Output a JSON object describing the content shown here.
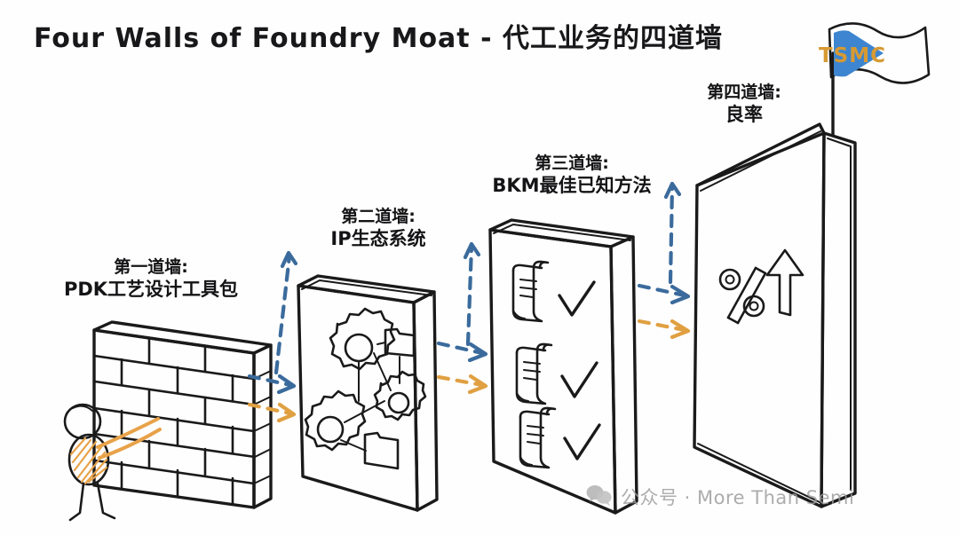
{
  "page": {
    "title": "Four Walls of Foundry Moat - 代工业务的四道墙",
    "background_color": "#ffffff"
  },
  "colors": {
    "ink": "#1a1a1a",
    "arrow_blue": "#3b6b9c",
    "arrow_orange": "#e0a042",
    "figure_orange": "#e8a249",
    "flag_blue": "#3d85d0",
    "flag_text": "#d79a33",
    "watermark_gray": "#9b9b9b"
  },
  "walls": [
    {
      "index": 1,
      "heading": "第一道墙:",
      "subheading": "PDK工艺设计工具包",
      "icon": "brick-wall",
      "icon_name": "brick-wall-icon"
    },
    {
      "index": 2,
      "heading": "第二道墙:",
      "subheading": "IP生态系统",
      "icon": "gears-network",
      "icon_name": "gears-network-icon"
    },
    {
      "index": 3,
      "heading": "第三道墙:",
      "subheading": "BKM最佳已知方法",
      "icon": "scrolls-checkmarks",
      "icon_name": "scroll-check-icon"
    },
    {
      "index": 4,
      "heading": "第四道墙:",
      "subheading": "良率",
      "icon": "percent-up-arrow",
      "icon_name": "percent-arrow-up-icon"
    }
  ],
  "flag": {
    "label": "TSMC",
    "icon_name": "tsmc-flag-icon"
  },
  "figure": {
    "icon_name": "stick-figure-builder-icon",
    "description": "builder"
  },
  "connectors": [
    {
      "from_wall": 1,
      "to_wall": 2,
      "style": "dashed",
      "colors": [
        "#3b6b9c",
        "#3b6b9c",
        "#e0a042"
      ],
      "directions": [
        "up",
        "right",
        "right"
      ]
    },
    {
      "from_wall": 2,
      "to_wall": 3,
      "style": "dashed",
      "colors": [
        "#3b6b9c",
        "#3b6b9c",
        "#e0a042"
      ],
      "directions": [
        "up",
        "right",
        "right"
      ]
    },
    {
      "from_wall": 3,
      "to_wall": 4,
      "style": "dashed",
      "colors": [
        "#3b6b9c",
        "#3b6b9c",
        "#e0a042"
      ],
      "directions": [
        "up",
        "right",
        "right"
      ]
    }
  ],
  "watermark": {
    "text": "公众号 · More Than Semi",
    "icon_name": "wechat-icon"
  }
}
